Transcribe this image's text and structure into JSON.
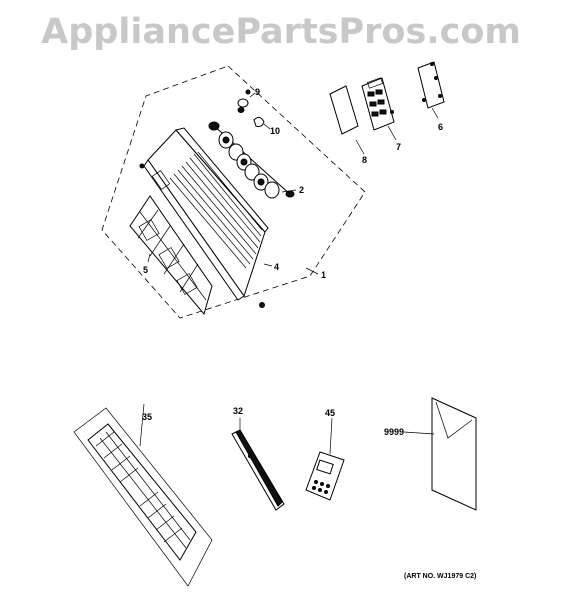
{
  "watermark": "AppliancePartsPros.com",
  "callouts": {
    "p1": "1",
    "p2": "2",
    "p4": "4",
    "p5": "5",
    "p6": "6",
    "p7": "7",
    "p8": "8",
    "p9": "9",
    "p10": "10",
    "p32": "32",
    "p35": "35",
    "p45": "45",
    "p9999": "9999"
  },
  "art_number": "(ART NO. WJ1979 C2)"
}
